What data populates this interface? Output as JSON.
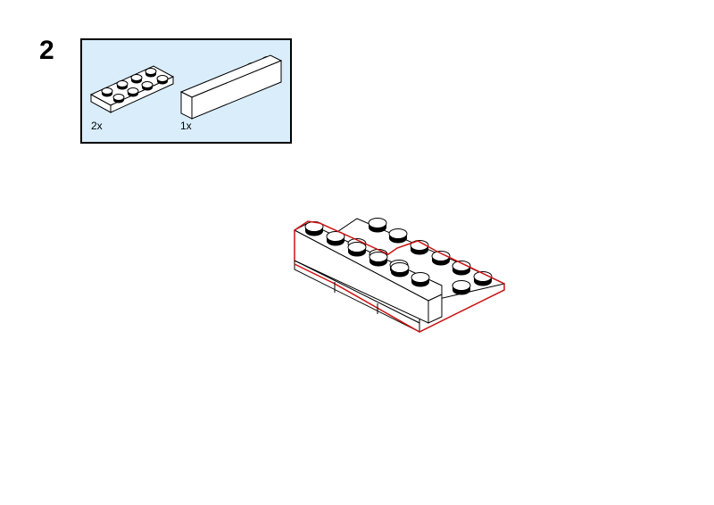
{
  "step_number": "2",
  "parts_list": [
    {
      "part": "plate-2x4",
      "quantity": "2x"
    },
    {
      "part": "brick-1x6",
      "quantity": "1x"
    }
  ],
  "colors": {
    "parts_background": "#d9edfb",
    "highlight": "#cc1111"
  }
}
